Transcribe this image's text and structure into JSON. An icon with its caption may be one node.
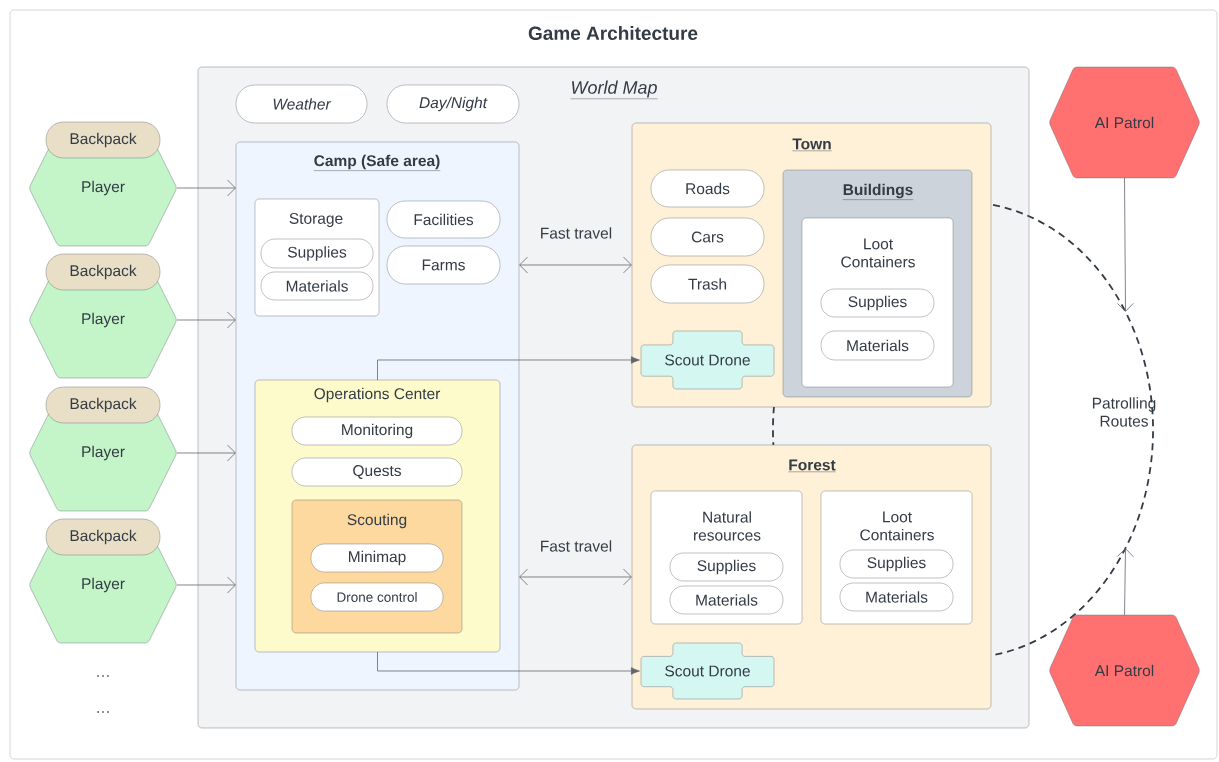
{
  "diagram": {
    "title": "Game Architecture",
    "nodes": [
      {
        "text": [
          "World Map"
        ]
      },
      {
        "text": [
          "Weather"
        ],
        "in": 0
      },
      {
        "text": [
          "Day/Night"
        ],
        "in": 0
      },
      {
        "text": [
          "Camp (Safe area)"
        ],
        "in": 0
      },
      {
        "text": [
          "Storage"
        ],
        "in": 3
      },
      {
        "text": [
          "Supplies"
        ],
        "in": 4
      },
      {
        "text": [
          "Materials"
        ],
        "in": 4
      },
      {
        "text": [
          "Facilities"
        ],
        "in": 3
      },
      {
        "text": [
          "Farms"
        ],
        "in": 3
      },
      {
        "text": [
          "Operations Center"
        ],
        "in": 3
      },
      {
        "text": [
          "Monitoring"
        ],
        "in": 9
      },
      {
        "text": [
          "Quests"
        ],
        "in": 9
      },
      {
        "text": [
          "Scouting"
        ],
        "in": 9
      },
      {
        "text": [
          "Minimap"
        ],
        "in": 12
      },
      {
        "text": [
          "Drone control"
        ],
        "in": 12
      },
      {
        "text": [
          "Town"
        ],
        "in": 0
      },
      {
        "text": [
          "Roads"
        ],
        "in": 15
      },
      {
        "text": [
          "Cars"
        ],
        "in": 15
      },
      {
        "text": [
          "Trash"
        ],
        "in": 15
      },
      {
        "text": [
          "Scout Drone"
        ],
        "in": 15
      },
      {
        "text": [
          "Buildings"
        ],
        "in": 15
      },
      {
        "text": [
          "Loot Containers"
        ],
        "in": 20
      },
      {
        "text": [
          "Supplies"
        ],
        "in": 21
      },
      {
        "text": [
          "Materials"
        ],
        "in": 21
      },
      {
        "text": [
          "Forest"
        ],
        "in": 0
      },
      {
        "text": [
          "Natural resources"
        ],
        "in": 24
      },
      {
        "text": [
          "Supplies"
        ],
        "in": 25
      },
      {
        "text": [
          "Materials"
        ],
        "in": 25
      },
      {
        "text": [
          "Loot Containers"
        ],
        "in": 24
      },
      {
        "text": [
          "Supplies"
        ],
        "in": 28
      },
      {
        "text": [
          "Materials"
        ],
        "in": 28
      },
      {
        "text": [
          "Scout Drone"
        ],
        "in": 24
      },
      {
        "text": [
          "Backpack"
        ]
      },
      {
        "text": [
          "Player"
        ]
      },
      {
        "text": [
          "Backpack"
        ]
      },
      {
        "text": [
          "Player"
        ]
      },
      {
        "text": [
          "Backpack"
        ]
      },
      {
        "text": [
          "Player"
        ]
      },
      {
        "text": [
          "Backpack"
        ]
      },
      {
        "text": [
          "Player"
        ]
      },
      {
        "text": [
          "AI Patrol"
        ]
      },
      {
        "text": [
          "AI Patrol"
        ]
      },
      {
        "text": [
          "Patrolling Routes"
        ]
      }
    ],
    "edges": [
      {
        "from": 33,
        "to": 3,
        "arrow": "to"
      },
      {
        "from": 35,
        "to": 3,
        "arrow": "to"
      },
      {
        "from": 37,
        "to": 3,
        "arrow": "to"
      },
      {
        "from": 39,
        "to": 3,
        "arrow": "to"
      },
      {
        "from": 3,
        "to": 15,
        "arrow": "both",
        "label": "Fast travel"
      },
      {
        "from": 3,
        "to": 24,
        "arrow": "both",
        "label": "Fast travel"
      },
      {
        "from": 9,
        "to": 19,
        "arrow": "to"
      },
      {
        "from": 9,
        "to": 31,
        "arrow": "to"
      },
      {
        "from": 40,
        "to": 42,
        "arrow": "to"
      },
      {
        "from": 41,
        "to": 42,
        "arrow": "to"
      }
    ],
    "labels": [
      "…",
      "…"
    ]
  }
}
